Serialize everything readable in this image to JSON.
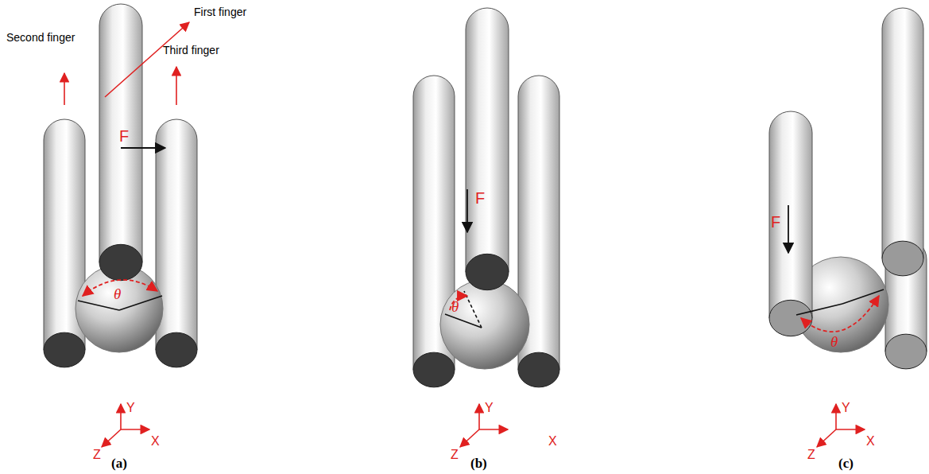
{
  "diagram": {
    "labels": [
      "First finger",
      "Second finger",
      "Third finger",
      "F",
      "θ",
      "Y",
      "X",
      "Z",
      "(a)",
      "F",
      "θ",
      "Y",
      "X",
      "Z",
      "(b)",
      "F",
      "θ",
      "Y",
      "X",
      "Z",
      "(c)"
    ]
  }
}
